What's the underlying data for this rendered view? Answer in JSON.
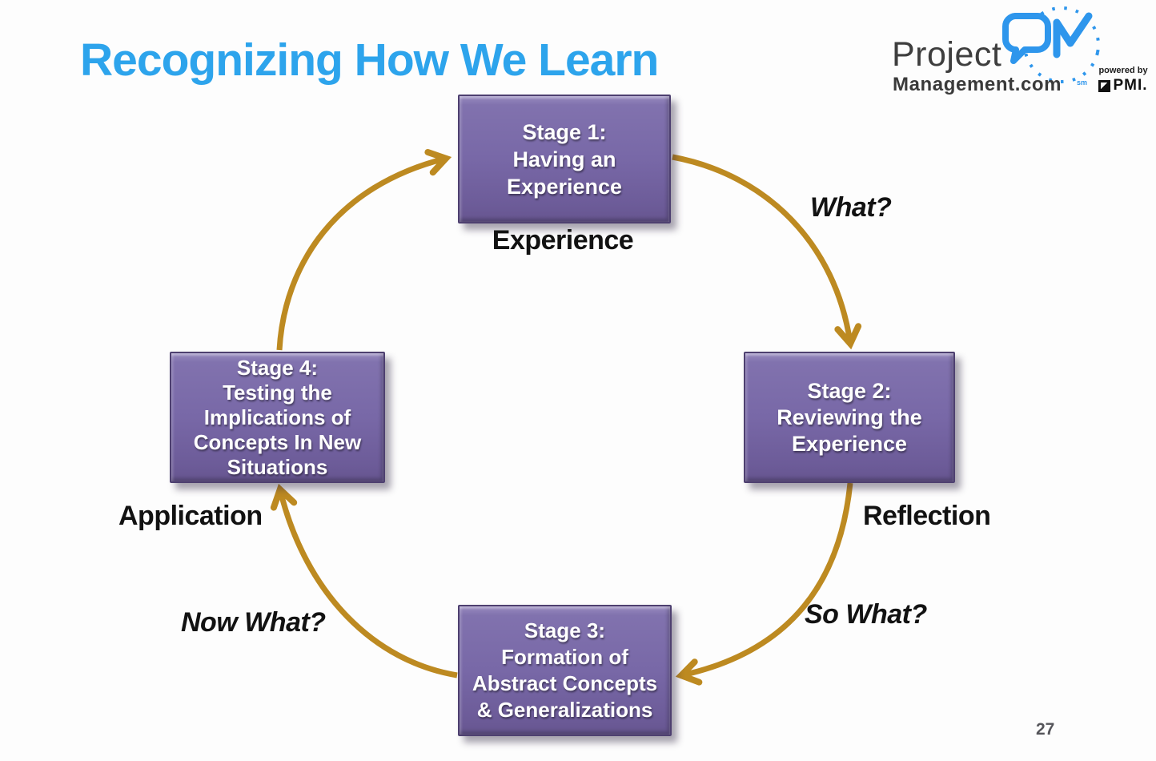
{
  "slide": {
    "title": "Recognizing How We Learn",
    "page_number": "27"
  },
  "logo": {
    "project": "Project",
    "pm_monogram": "PM",
    "management": "Management.com",
    "sm": "sm",
    "powered_by": "powered by",
    "pmi": "PMI."
  },
  "diagram": {
    "type": "cycle",
    "direction": "clockwise",
    "stages": [
      {
        "name": "stage-1",
        "text": "Stage 1:\nHaving an\nExperience",
        "label": "Experience"
      },
      {
        "name": "stage-2",
        "text": "Stage 2:\nReviewing the\nExperience",
        "label": "Reflection"
      },
      {
        "name": "stage-3",
        "text": "Stage 3:\nFormation of\nAbstract Concepts\n& Generalizations",
        "label": ""
      },
      {
        "name": "stage-4",
        "text": "Stage 4:\nTesting the\nImplications of\nConcepts In New\nSituations",
        "label": "Application"
      }
    ],
    "questions": {
      "what": "What?",
      "so_what": "So What?",
      "now_what": "Now What?"
    },
    "colors": {
      "arrow_gold": "#bd8a21",
      "box_purple": "#7868a7",
      "title_blue": "#2da4ec",
      "logo_blue": "#2e96ec"
    }
  }
}
